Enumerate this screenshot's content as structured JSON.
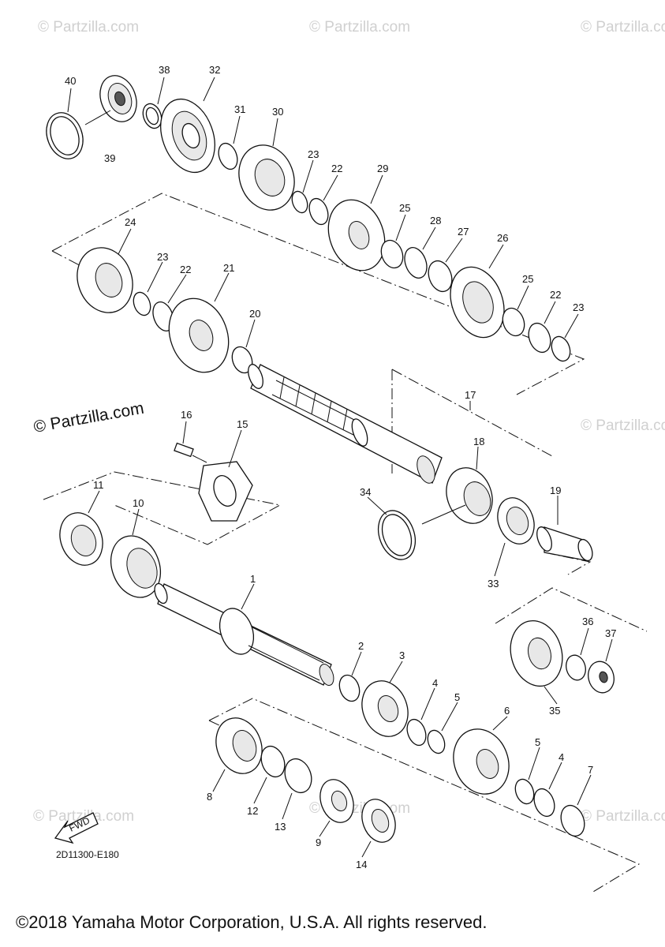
{
  "watermarks": {
    "small": "© Partzilla.com",
    "main": "© Partzilla.com"
  },
  "diagram_code": "2D11300-E180",
  "fwd_label": "FWD",
  "copyright": "©2018 Yamaha Motor Corporation, U.S.A. All rights reserved.",
  "callouts": [
    "1",
    "2",
    "3",
    "4",
    "5",
    "6",
    "7",
    "8",
    "9",
    "10",
    "11",
    "12",
    "13",
    "14",
    "15",
    "16",
    "17",
    "18",
    "19",
    "20",
    "21",
    "22",
    "23",
    "24",
    "25",
    "26",
    "27",
    "28",
    "29",
    "30",
    "31",
    "32",
    "33",
    "34",
    "35",
    "36",
    "37",
    "38",
    "39",
    "40"
  ],
  "callouts_repeated": {
    "22": [
      "22",
      "22",
      "22"
    ],
    "23": [
      "23",
      "23",
      "23"
    ],
    "25": [
      "25",
      "25"
    ],
    "4": [
      "4",
      "4"
    ],
    "5": [
      "5",
      "5"
    ]
  }
}
